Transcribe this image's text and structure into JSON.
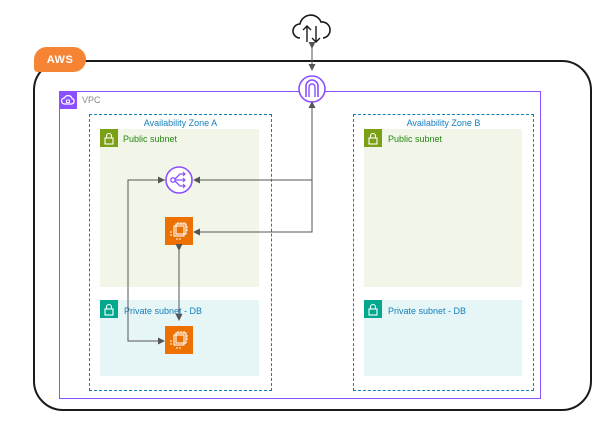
{
  "aws_badge": "AWS",
  "vpc": {
    "label": "VPC"
  },
  "zones": [
    {
      "label": "Availability Zone A",
      "public_subnet": "Public subnet",
      "private_subnet": "Private subnet - DB"
    },
    {
      "label": "Availability Zone B",
      "public_subnet": "Public subnet",
      "private_subnet": "Private subnet - DB"
    }
  ],
  "colors": {
    "aws_orange": "#f58534",
    "vpc_purple": "#8c4fff",
    "az_blue": "#147eba",
    "public_green": "#7aa116",
    "private_teal": "#01a88d",
    "ec2_orange": "#ed7100",
    "public_fill": "#f2f6e8",
    "private_fill": "#e6f6f7"
  },
  "icons": {
    "internet": "cloud-upload-download-icon",
    "gateway": "internet-gateway-icon",
    "load_balancer": "load-balancer-icon",
    "instance": "ec2-instance-icon",
    "subnet": "lock-icon"
  }
}
